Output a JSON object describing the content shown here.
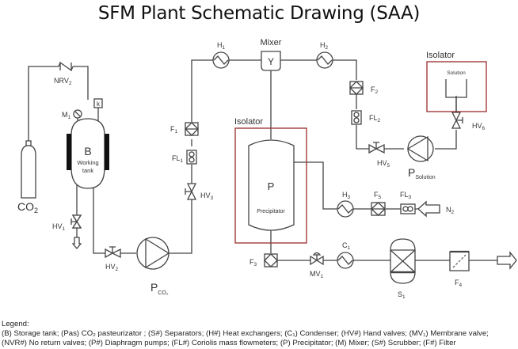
{
  "title": "SFM Plant Schematic Drawing (SAA)",
  "components": {
    "co2_cylinder": {
      "label": "CO",
      "sub": "2"
    },
    "nrv2": {
      "label": "NRV",
      "sub": "2"
    },
    "m1": {
      "label": "M",
      "sub": "1"
    },
    "k": {
      "label": "k"
    },
    "tank_b": {
      "label": "B",
      "caption_line1": "Working",
      "caption_line2": "tank"
    },
    "hv1": {
      "label": "HV",
      "sub": "1"
    },
    "hv2": {
      "label": "HV",
      "sub": "2"
    },
    "pump_co2": {
      "label": "P",
      "sub": "CO₂"
    },
    "hv3": {
      "label": "HV",
      "sub": "3"
    },
    "fl1": {
      "label": "FL",
      "sub": "1"
    },
    "f1": {
      "label": "F",
      "sub": "1"
    },
    "h1": {
      "label": "H",
      "sub": "1"
    },
    "mixer": {
      "label": "Mixer",
      "symbol": "Y"
    },
    "h2": {
      "label": "H",
      "sub": "2"
    },
    "f2": {
      "label": "F",
      "sub": "2"
    },
    "fl2": {
      "label": "FL",
      "sub": "2"
    },
    "hv5": {
      "label": "HV",
      "sub": "5"
    },
    "pump_solution": {
      "label": "P",
      "sub": "Solution"
    },
    "hv6": {
      "label": "HV",
      "sub": "6"
    },
    "isolator_solution": {
      "label": "Isolator",
      "content": "Solution"
    },
    "isolator_precipitator": {
      "label": "Isolator"
    },
    "precipitator": {
      "label": "P",
      "caption": "Precipitator"
    },
    "h3": {
      "label": "H",
      "sub": "3"
    },
    "f5": {
      "label": "F",
      "sub": "5"
    },
    "fl3": {
      "label": "FL",
      "sub": "3"
    },
    "n2": {
      "label": "N",
      "sub": "2"
    },
    "f3": {
      "label": "F",
      "sub": "3"
    },
    "mv1": {
      "label": "MV",
      "sub": "1"
    },
    "c1": {
      "label": "C",
      "sub": "1"
    },
    "s1": {
      "label": "S",
      "sub": "1"
    },
    "f4": {
      "label": "F",
      "sub": "4"
    }
  },
  "legend": {
    "heading": "Legend:",
    "line1": "(B) Storage tank; (Pas) CO₂ pasteurizator ; (S#) Separators; (H#) Heat exchangers; (C₁) Condenser;  (HV#) Hand valves; (MV₁) Membrane valve;",
    "line2": "(NVR#) No return valves; (P#) Diaphragm pumps; (FL#) Coriolis mass flowmeters; (P) Precipitator; (M) Mixer; (S#) Scrubber; (F#) Filter"
  },
  "colors": {
    "line": "#444444",
    "isolator_border": "#a33a3a",
    "background": "#ffffff"
  }
}
